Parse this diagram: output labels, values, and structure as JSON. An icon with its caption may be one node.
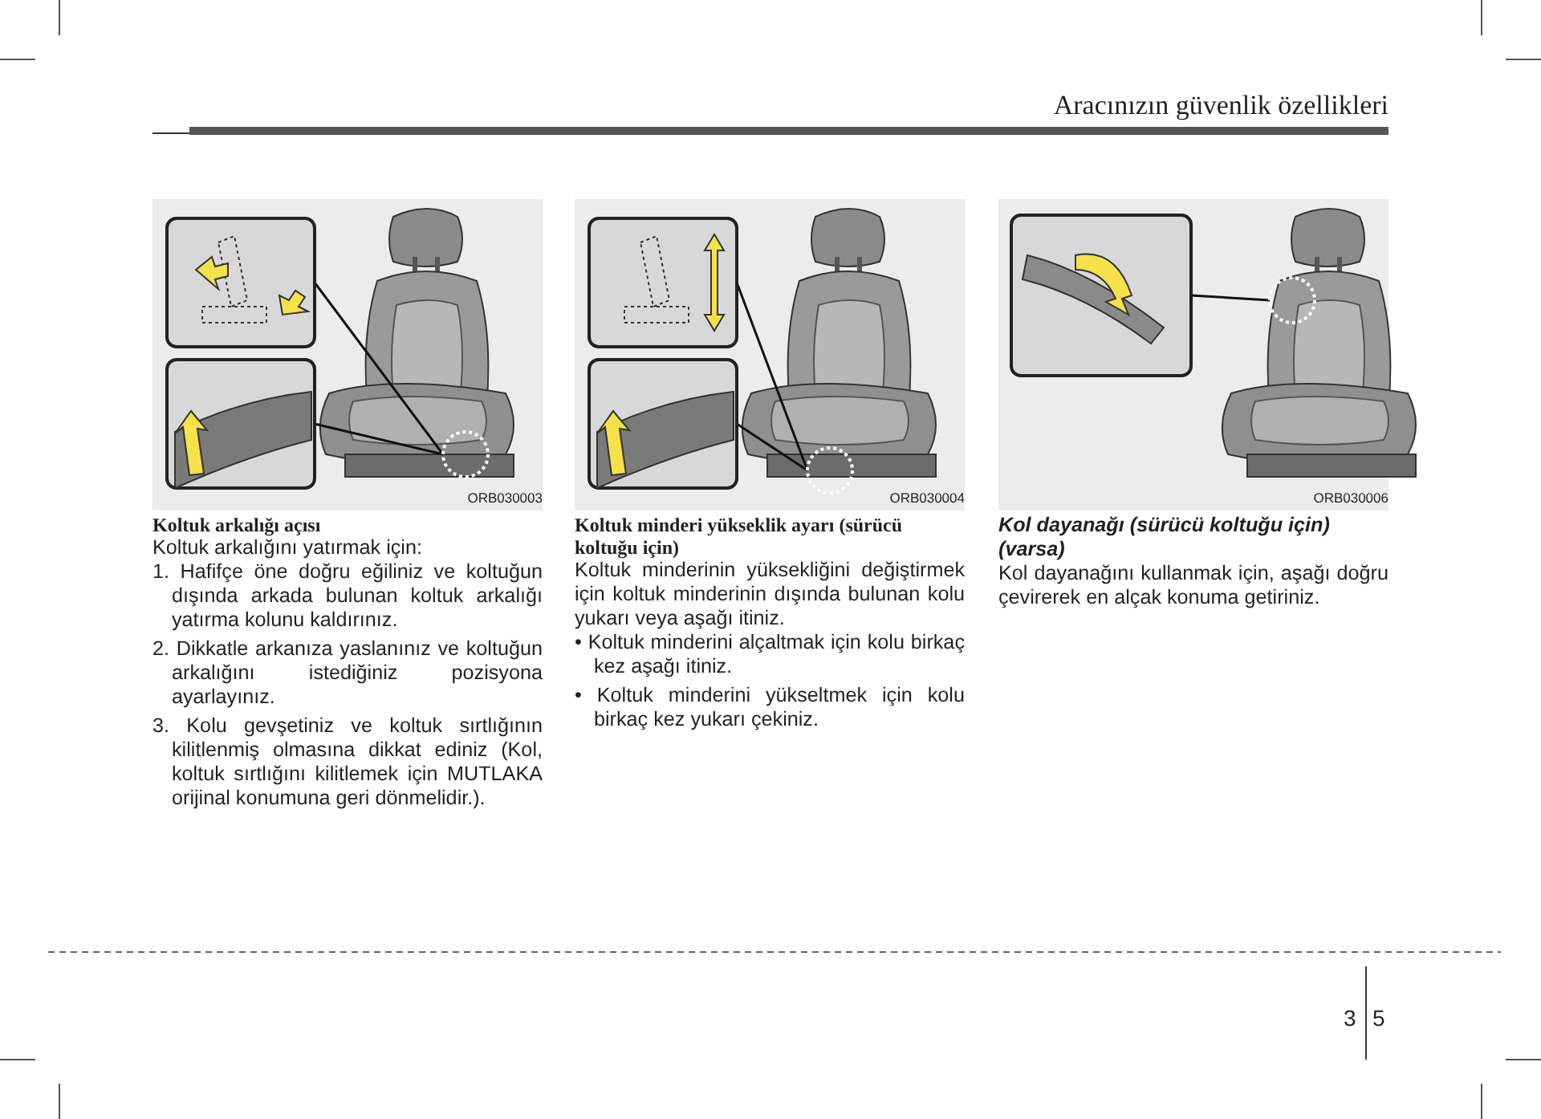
{
  "diagram": {
    "title": "Aracınızın güvenlik özellikleri",
    "labels": [
      "ORB030003",
      "Koltuk arkalığı açısı",
      "Koltuk arkalığını yatırmak için:",
      "1. Hafifçe öne doğru eğiliniz ve koltuğun dışında arkada bulunan koltuk arkalığı yatırma kolunu kaldırınız.",
      "2. Dikkatle arkanıza yaslanınız ve koltuğun arkalığını istediğiniz pozisyona ayarlayınız.",
      "3. Kolu gevşetiniz ve koltuk sırtlığının kilitlenmiş olmasına dikkat ediniz (Kol, koltuk sırtlığını kilitlemek için MUTLAKA orijinal konumuna geri dönmelidir.).",
      "ORB030004",
      "Koltuk minderi yükseklik ayarı (sürücü koltuğu için)",
      "Koltuk minderinin yüksekliğini değiştirmek için koltuk minderinin dışında bulunan kolu yukarı veya aşağı itiniz.",
      "• Koltuk minderini alçaltmak için kolu birkaç kez aşağı itiniz.",
      "• Koltuk minderini yükseltmek için kolu birkaç kez yukarı çekiniz.",
      "ORB030006",
      "Kol dayanağı (sürücü koltuğu için) (varsa)",
      "Kol dayanağını kullanmak için, aşağı doğru çevirerek en alçak konuma getiriniz.",
      "3",
      "5"
    ]
  }
}
